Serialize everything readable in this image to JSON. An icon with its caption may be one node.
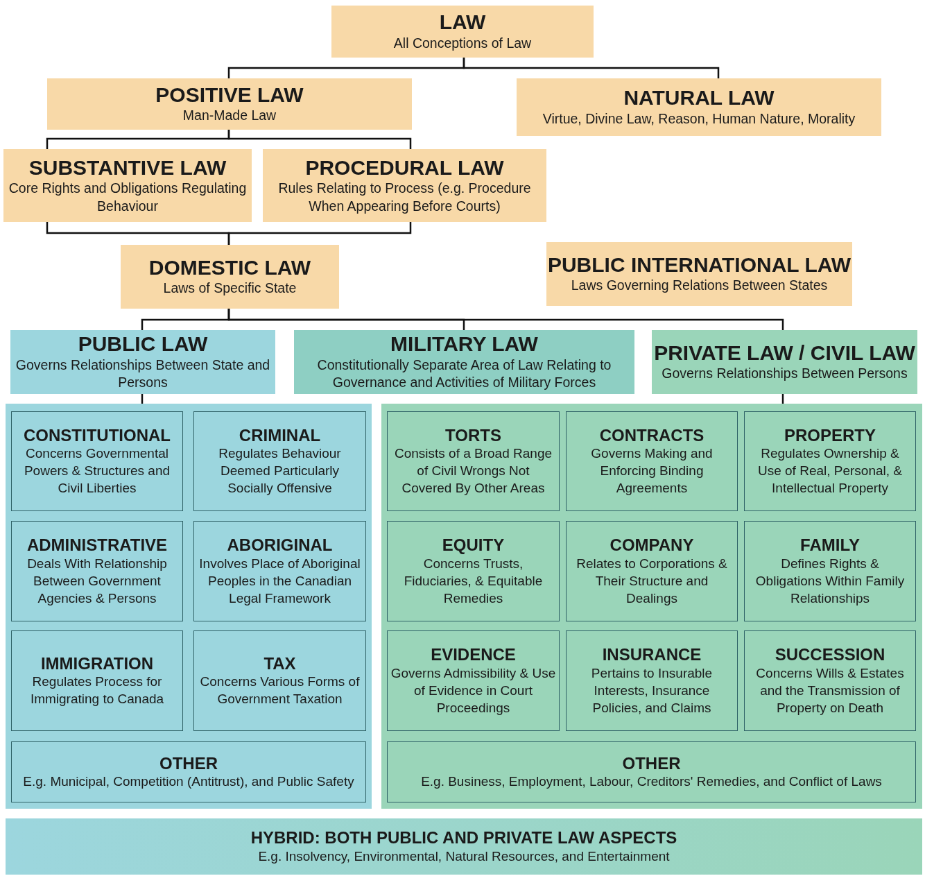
{
  "diagram": {
    "nodes": [
      {
        "text": [
          "LAW",
          "All Conceptions of Law"
        ]
      },
      {
        "text": [
          "POSITIVE LAW",
          "Man-Made Law"
        ]
      },
      {
        "text": [
          "NATURAL LAW",
          "Virtue, Divine Law, Reason, Human Nature, Morality"
        ]
      },
      {
        "text": [
          "SUBSTANTIVE LAW",
          "Core Rights and Obligations Regulating Behaviour"
        ]
      },
      {
        "text": [
          "PROCEDURAL LAW",
          "Rules Relating to Process (e.g. Procedure When Appearing Before Courts)"
        ]
      },
      {
        "text": [
          "DOMESTIC LAW",
          "Laws of Specific State"
        ]
      },
      {
        "text": [
          "PUBLIC INTERNATIONAL LAW",
          "Laws Governing Relations Between States"
        ]
      },
      {
        "text": [
          "PUBLIC LAW",
          "Governs Relationships Between State and Persons"
        ]
      },
      {
        "text": [
          "MILITARY LAW",
          "Constitutionally Separate Area of Law Relating to Governance and Activities of Military Forces"
        ]
      },
      {
        "text": [
          "PRIVATE LAW / CIVIL LAW",
          "Governs Relationships Between Persons"
        ]
      },
      {
        "text": [],
        "shape": "box"
      },
      {
        "text": [
          "CONSTITUTIONAL",
          "Concerns Governmental Powers & Structures and Civil Liberties"
        ],
        "in": 10
      },
      {
        "text": [
          "CRIMINAL",
          "Regulates Behaviour Deemed Particularly Socially Offensive"
        ],
        "in": 10
      },
      {
        "text": [
          "ADMINISTRATIVE",
          "Deals With Relationship Between Government Agencies & Persons"
        ],
        "in": 10
      },
      {
        "text": [
          "ABORIGINAL",
          "Involves Place of Aboriginal Peoples in the Canadian Legal Framework"
        ],
        "in": 10
      },
      {
        "text": [
          "IMMIGRATION",
          "Regulates Process for Immigrating to Canada"
        ],
        "in": 10
      },
      {
        "text": [
          "TAX",
          "Concerns Various Forms of Government Taxation"
        ],
        "in": 10
      },
      {
        "text": [
          "OTHER",
          "E.g. Municipal, Competition (Antitrust), and Public Safety"
        ],
        "in": 10
      },
      {
        "text": [],
        "shape": "box"
      },
      {
        "text": [
          "TORTS",
          "Consists of a Broad Range of Civil Wrongs Not Covered By Other Areas"
        ],
        "in": 18
      },
      {
        "text": [
          "CONTRACTS",
          "Governs Making and Enforcing Binding Agreements"
        ],
        "in": 18
      },
      {
        "text": [
          "PROPERTY",
          "Regulates Ownership & Use of Real, Personal, & Intellectual Property"
        ],
        "in": 18
      },
      {
        "text": [
          "EQUITY",
          "Concerns Trusts, Fiduciaries, & Equitable Remedies"
        ],
        "in": 18
      },
      {
        "text": [
          "COMPANY",
          "Relates to Corporations & Their Structure and Dealings"
        ],
        "in": 18
      },
      {
        "text": [
          "FAMILY",
          "Defines Rights & Obligations Within Family Relationships"
        ],
        "in": 18
      },
      {
        "text": [
          "EVIDENCE",
          "Governs Admissibility & Use of Evidence in Court Proceedings"
        ],
        "in": 18
      },
      {
        "text": [
          "INSURANCE",
          "Pertains to Insurable Interests, Insurance Policies, and Claims"
        ],
        "in": 18
      },
      {
        "text": [
          "SUCCESSION",
          "Concerns Wills & Estates and the Transmission of Property on Death"
        ],
        "in": 18
      },
      {
        "text": [
          "OTHER",
          "E.g. Business, Employment, Labour, Creditors' Remedies, and Conflict of Laws"
        ],
        "in": 18
      },
      {
        "text": [
          "HYBRID: BOTH PUBLIC AND PRIVATE LAW ASPECTS",
          "E.g. Insolvency, Environmental, Natural Resources, and Entertainment"
        ]
      }
    ],
    "edges": [
      {
        "from": 0,
        "to": 1,
        "arrow": "none"
      },
      {
        "from": 0,
        "to": 2,
        "arrow": "none"
      },
      {
        "from": 1,
        "to": 3,
        "arrow": "none"
      },
      {
        "from": 1,
        "to": 4,
        "arrow": "none"
      },
      {
        "from": 3,
        "to": 5,
        "arrow": "none"
      },
      {
        "from": 4,
        "to": 5,
        "arrow": "none"
      },
      {
        "from": 5,
        "to": 7,
        "arrow": "none"
      },
      {
        "from": 5,
        "to": 8,
        "arrow": "none"
      },
      {
        "from": 5,
        "to": 9,
        "arrow": "none"
      },
      {
        "from": 7,
        "to": 10,
        "arrow": "none"
      },
      {
        "from": 9,
        "to": 18,
        "arrow": "none"
      }
    ]
  }
}
